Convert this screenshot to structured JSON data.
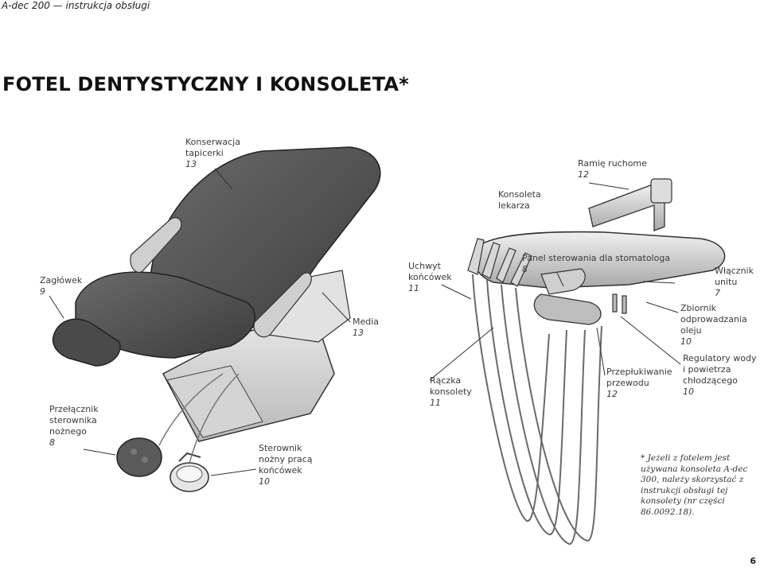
{
  "header": "A-dec 200 — instrukcja obsługi",
  "title": "FOTEL DENTYSTYCZNY I KONSOLETA*",
  "labels": {
    "konserwacja": {
      "text": "Konserwacja\ntapicerki",
      "num": "13"
    },
    "zaglowek": {
      "text": "Zagłówek",
      "num": "9"
    },
    "przelacznik": {
      "text": "Przełącznik\nsterownika\nnożnego",
      "num": "8"
    },
    "media": {
      "text": "Media",
      "num": "13"
    },
    "sterownik": {
      "text": "Sterownik\nnożny pracą\nkońcówek",
      "num": "10"
    },
    "ramie": {
      "text": "Ramię ruchome",
      "num": "12"
    },
    "konsoleta": {
      "text": "Konsoleta\nlekarza",
      "num": ""
    },
    "uchwyt": {
      "text": "Uchwyt\nkońcówek",
      "num": "11"
    },
    "panel": {
      "text": "Panel sterowania dla stomatologa",
      "num": "8"
    },
    "wlacznik": {
      "text": "Włącznik\nunitu",
      "num": "7"
    },
    "zbiornik": {
      "text": "Zbiornik\nodprowadzania\noleju",
      "num": "10"
    },
    "regulatory": {
      "text": "Regulatory wody\ni powietrza\nchłodzącego",
      "num": "10"
    },
    "raczka": {
      "text": "Rączka\nkonsolety",
      "num": "11"
    },
    "przeplukiwanie": {
      "text": "Przepłukiwanie\nprzewodu",
      "num": "12"
    }
  },
  "note": "* Jeżeli z fotelem jest używana konsoleta A-dec 300, należy skorzystać z instrukcji obsługi tej konsolety (nr części 86.0092.18).",
  "page_number": "6"
}
